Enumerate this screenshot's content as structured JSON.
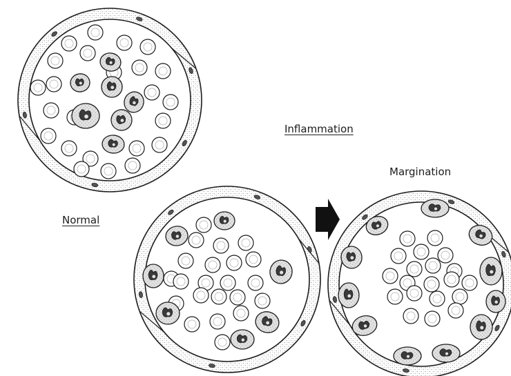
{
  "labels": {
    "normal": "Normal",
    "inflammation": "Inflammation",
    "margination": "Margination"
  },
  "panels": [
    {
      "id": "normal",
      "caption_key": "labels.normal"
    },
    {
      "id": "inflamed",
      "caption_key": "labels.inflammation"
    },
    {
      "id": "marginated",
      "caption_key": "labels.margination"
    }
  ],
  "colors": {
    "ink": "#1c1c1c",
    "vessel_wall_stipple": "#8a8a8a",
    "leukocyte_fill": "#bdbdbd",
    "background": "#ffffff"
  },
  "icons": {
    "arrow": "right-arrow-icon"
  }
}
